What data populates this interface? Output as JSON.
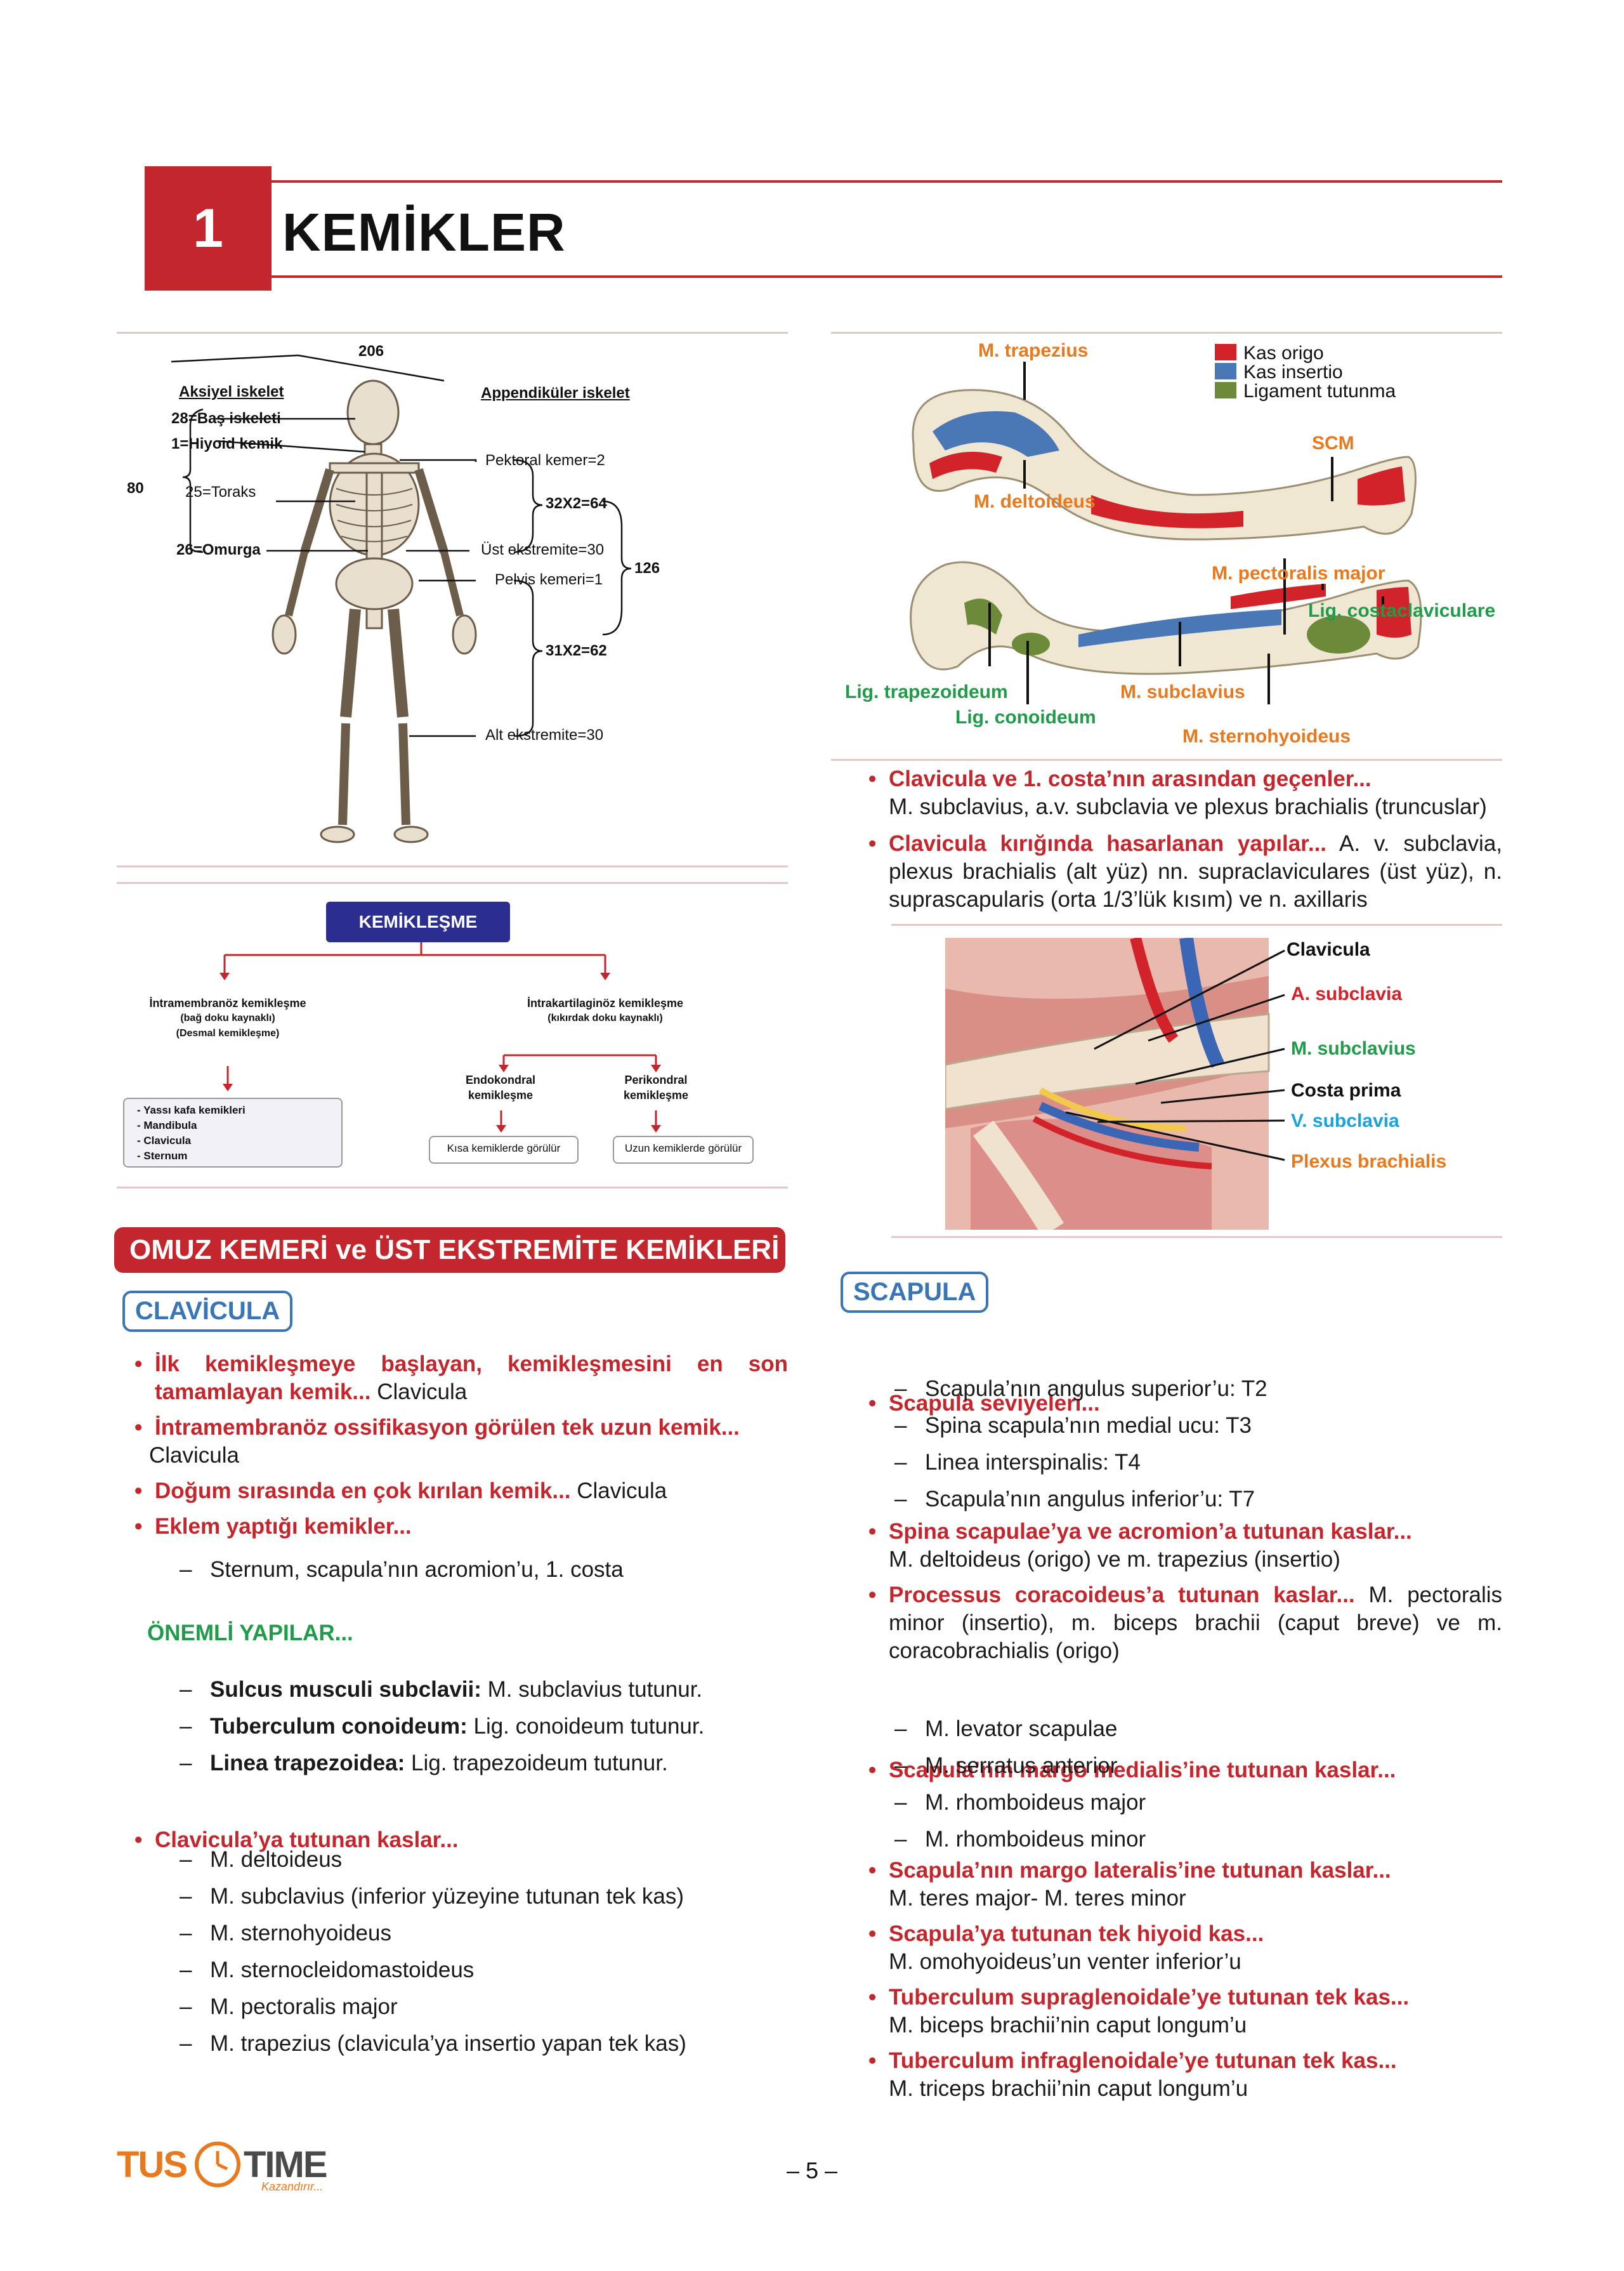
{
  "chapter": {
    "number": "1",
    "title": "KEMİKLER"
  },
  "skeleton": {
    "total": "206",
    "axial_title": "Aksiyel iskelet",
    "appendicular_title": "Appendiküler iskelet",
    "axial": [
      "28=Baş iskeleti",
      "1=Hiyoid kemik",
      "25=Toraks",
      "26=Omurga"
    ],
    "axial_total": "80",
    "appendicular": [
      "Pektoral kemer=2",
      "Üst ekstremite=30",
      "Pelvis kemeri=1",
      "Alt ekstremite=30"
    ],
    "upper_group": "32X2=64",
    "lower_group": "31X2=62",
    "appendicular_total": "126"
  },
  "ossification": {
    "root": "KEMİKLEŞME",
    "intramembranous": [
      "İntramembranöz kemikleşme",
      "(bağ doku kaynaklı)",
      "(Desmal kemikleşme)"
    ],
    "intracartilaginous": [
      "İntrakartilaginöz kemikleşme",
      "(kıkırdak doku kaynaklı)"
    ],
    "intramembranous_examples": [
      "- Yassı kafa kemikleri",
      "- Mandibula",
      "- Clavicula",
      "- Sternum"
    ],
    "endochondral": [
      "Endokondral",
      "kemikleşme"
    ],
    "perichondral": [
      "Perikondral",
      "kemikleşme"
    ],
    "endochondral_note": "Kısa kemiklerde görülür",
    "perichondral_note": "Uzun kemiklerde görülür"
  },
  "clavicle_figure": {
    "legend": [
      "Kas origo",
      "Kas insertio",
      "Ligament tutunma"
    ],
    "colors": {
      "origin": "#d2232a",
      "insertion": "#4a77b5",
      "ligament": "#6c8a3a"
    },
    "top_labels": {
      "trapezius": "M. trapezius",
      "deltoideus": "M. deltoideus",
      "scm": "SCM",
      "pectoralis": "M. pectoralis major"
    },
    "bottom_labels": {
      "costa": "Lig. costaclaviculare",
      "trapezoid": "Lig. trapezoideum",
      "subclavius": "M. subclavius",
      "conoid": "Lig. conoideum",
      "sternohyoid": "M. sternohyoideus"
    }
  },
  "clavicle_notes": [
    {
      "head": "Clavicula ve 1. costa’nın arasından geçenler...",
      "body": "M. subclavius, a.v. subclavia ve plexus brachialis (truncuslar)"
    },
    {
      "head": "Clavicula kırığında hasarlanan yapılar...",
      "body": "A. v. subclavia, plexus brachialis (alt yüz) nn. supraclaviculares (üst yüz), n. suprascapularis (orta 1/3’lük kısım) ve n. axillaris"
    }
  ],
  "anatomy_labels": [
    "Clavicula",
    "A. subclavia",
    "M. subclavius",
    "Costa prima",
    "V. subclavia",
    "Plexus brachialis"
  ],
  "section": {
    "title": "OMUZ KEMERİ ve ÜST EKSTREMİTE KEMİKLERİ"
  },
  "clavicula": {
    "tag": "CLAVİCULA",
    "items": [
      {
        "head": "İlk kemikleşmeye başlayan, kemikleşmesini en son tamamlayan kemik...",
        "body": " Clavicula"
      },
      {
        "head": "İntramembranöz ossifikasyon görülen tek uzun kemik...",
        "body": " Clavicula"
      },
      {
        "head": "Doğum sırasında en çok kırılan kemik...",
        "body": " Clavicula"
      },
      {
        "head": "Eklem yaptığı kemikler...",
        "body": ""
      }
    ],
    "joints": "Sternum, scapula’nın acromion’u, 1. costa",
    "important_title": "ÖNEMLİ YAPILAR...",
    "important": [
      {
        "bold": "Sulcus musculi subclavii:",
        "text": " M. subclavius tutunur."
      },
      {
        "bold": "Tuberculum conoideum:",
        "text": " Lig. conoideum tutunur."
      },
      {
        "bold": "Linea trapezoidea:",
        "text": " Lig. trapezoideum tutunur."
      }
    ],
    "muscles_title": "Clavicula’ya tutunan kaslar...",
    "muscles": [
      "M. deltoideus",
      "M. subclavius (inferior yüzeyine tutunan tek kas)",
      "M. sternohyoideus",
      "M. sternocleidomastoideus",
      "M. pectoralis major",
      "M. trapezius (clavicula’ya insertio yapan tek kas)"
    ]
  },
  "scapula": {
    "tag": "SCAPULA",
    "levels_title": "Scapula seviyeleri...",
    "levels": [
      "Scapula’nın angulus superior’u: T2",
      "Spina scapula’nın medial ucu: T3",
      "Linea interspinalis: T4",
      "Scapula’nın angulus inferior’u: T7"
    ],
    "items1": [
      {
        "head": "Spina scapulae’ya ve acromion’a tutunan kaslar...",
        "body": "M. deltoideus (origo) ve m. trapezius (insertio)"
      },
      {
        "head": "Processus coracoideus’a tutunan kaslar...",
        "body": " M. pectoralis minor (insertio), m. biceps brachii (caput breve) ve m. coracobrachialis (origo)"
      }
    ],
    "medial_title": "Scapula’nın margo medialis’ine tutunan kaslar...",
    "medial": [
      "M. levator scapulae",
      "M. serratus anterior",
      "M. rhomboideus major",
      "M. rhomboideus minor"
    ],
    "items2": [
      {
        "head": "Scapula’nın margo lateralis’ine tutunan kaslar...",
        "body": "M. teres major- M. teres minor"
      },
      {
        "head": "Scapula’ya tutunan tek hiyoid kas...",
        "body": "M. omohyoideus’un venter inferior’u"
      },
      {
        "head": "Tuberculum supraglenoidale’ye tutunan tek kas...",
        "body": "M. biceps brachii’nin caput longum’u"
      },
      {
        "head": "Tuberculum infraglenoidale’ye tutunan tek kas...",
        "body": "M. triceps brachii’nin caput longum’u"
      }
    ]
  },
  "footer": {
    "logo_left": "TUS",
    "logo_right": "TIME",
    "slogan": "Kazandırır...",
    "page": "– 5 –"
  }
}
